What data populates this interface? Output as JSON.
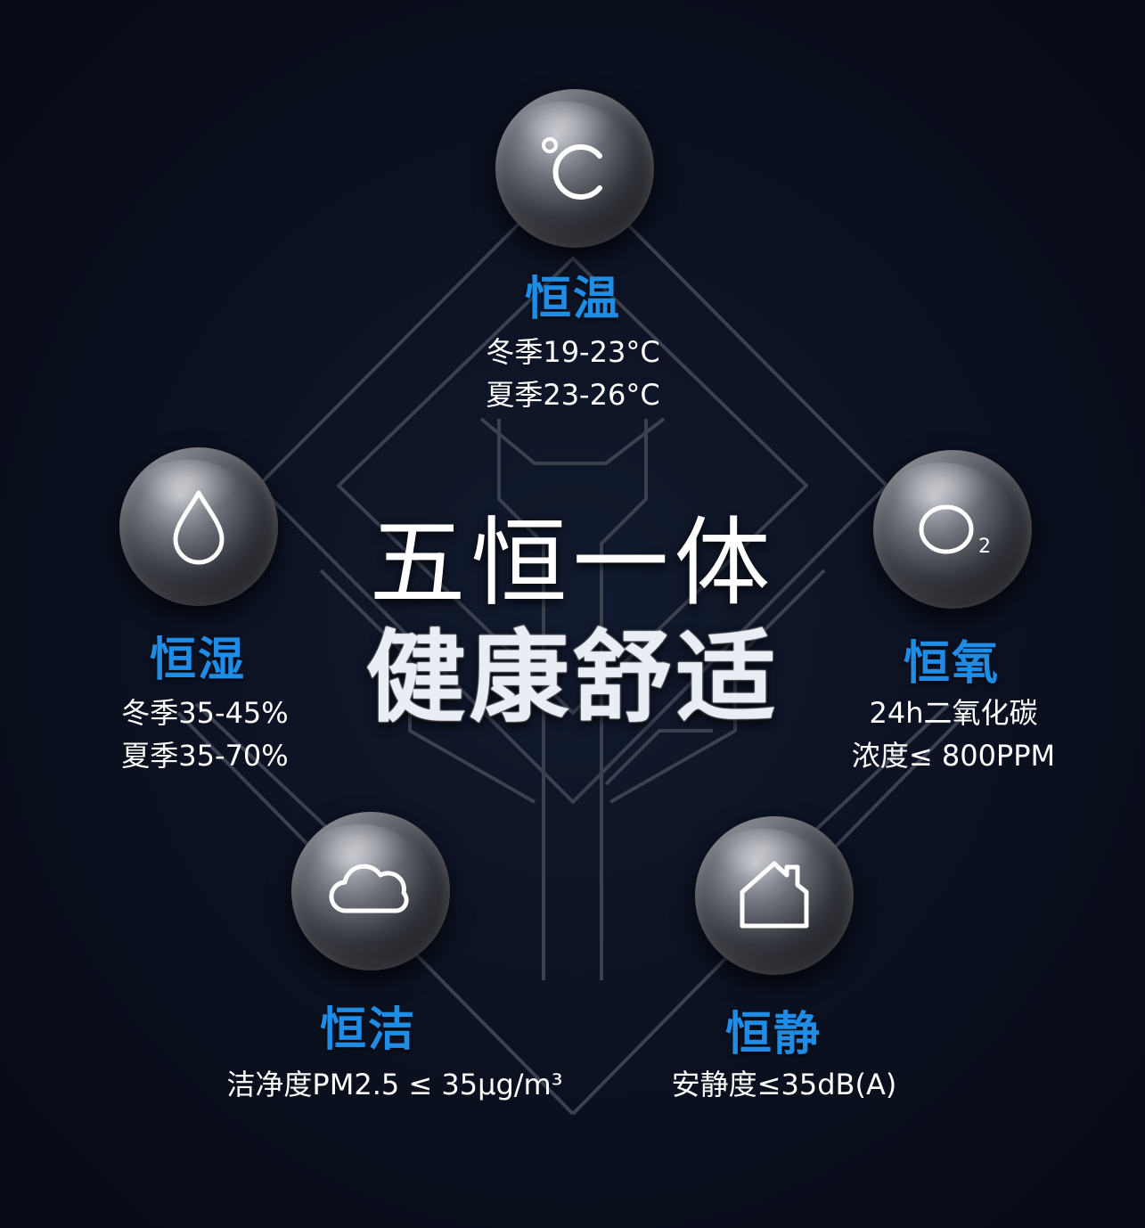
{
  "center": {
    "line1": "五恒一体",
    "line2": "健康舒适"
  },
  "features": {
    "temperature": {
      "icon": "celsius-icon",
      "title": "恒温",
      "line1": "冬季19-23°C",
      "line2": "夏季23-26°C"
    },
    "humidity": {
      "icon": "water-drop-icon",
      "title": "恒湿",
      "line1": "冬季35-45%",
      "line2": "夏季35-70%"
    },
    "oxygen": {
      "icon": "o2-icon",
      "title": "恒氧",
      "line1": "24h二氧化碳",
      "line2": "浓度≤ 800PPM"
    },
    "clean": {
      "icon": "cloud-icon",
      "title": "恒洁",
      "line1": "洁净度PM2.5 ≤ 35μg/m³"
    },
    "quiet": {
      "icon": "house-icon",
      "title": "恒静",
      "line1": "安静度≤35dB(A)"
    }
  },
  "colors": {
    "accent": "#1f8de6",
    "background": "#0b0f1c",
    "text": "#ffffff"
  }
}
